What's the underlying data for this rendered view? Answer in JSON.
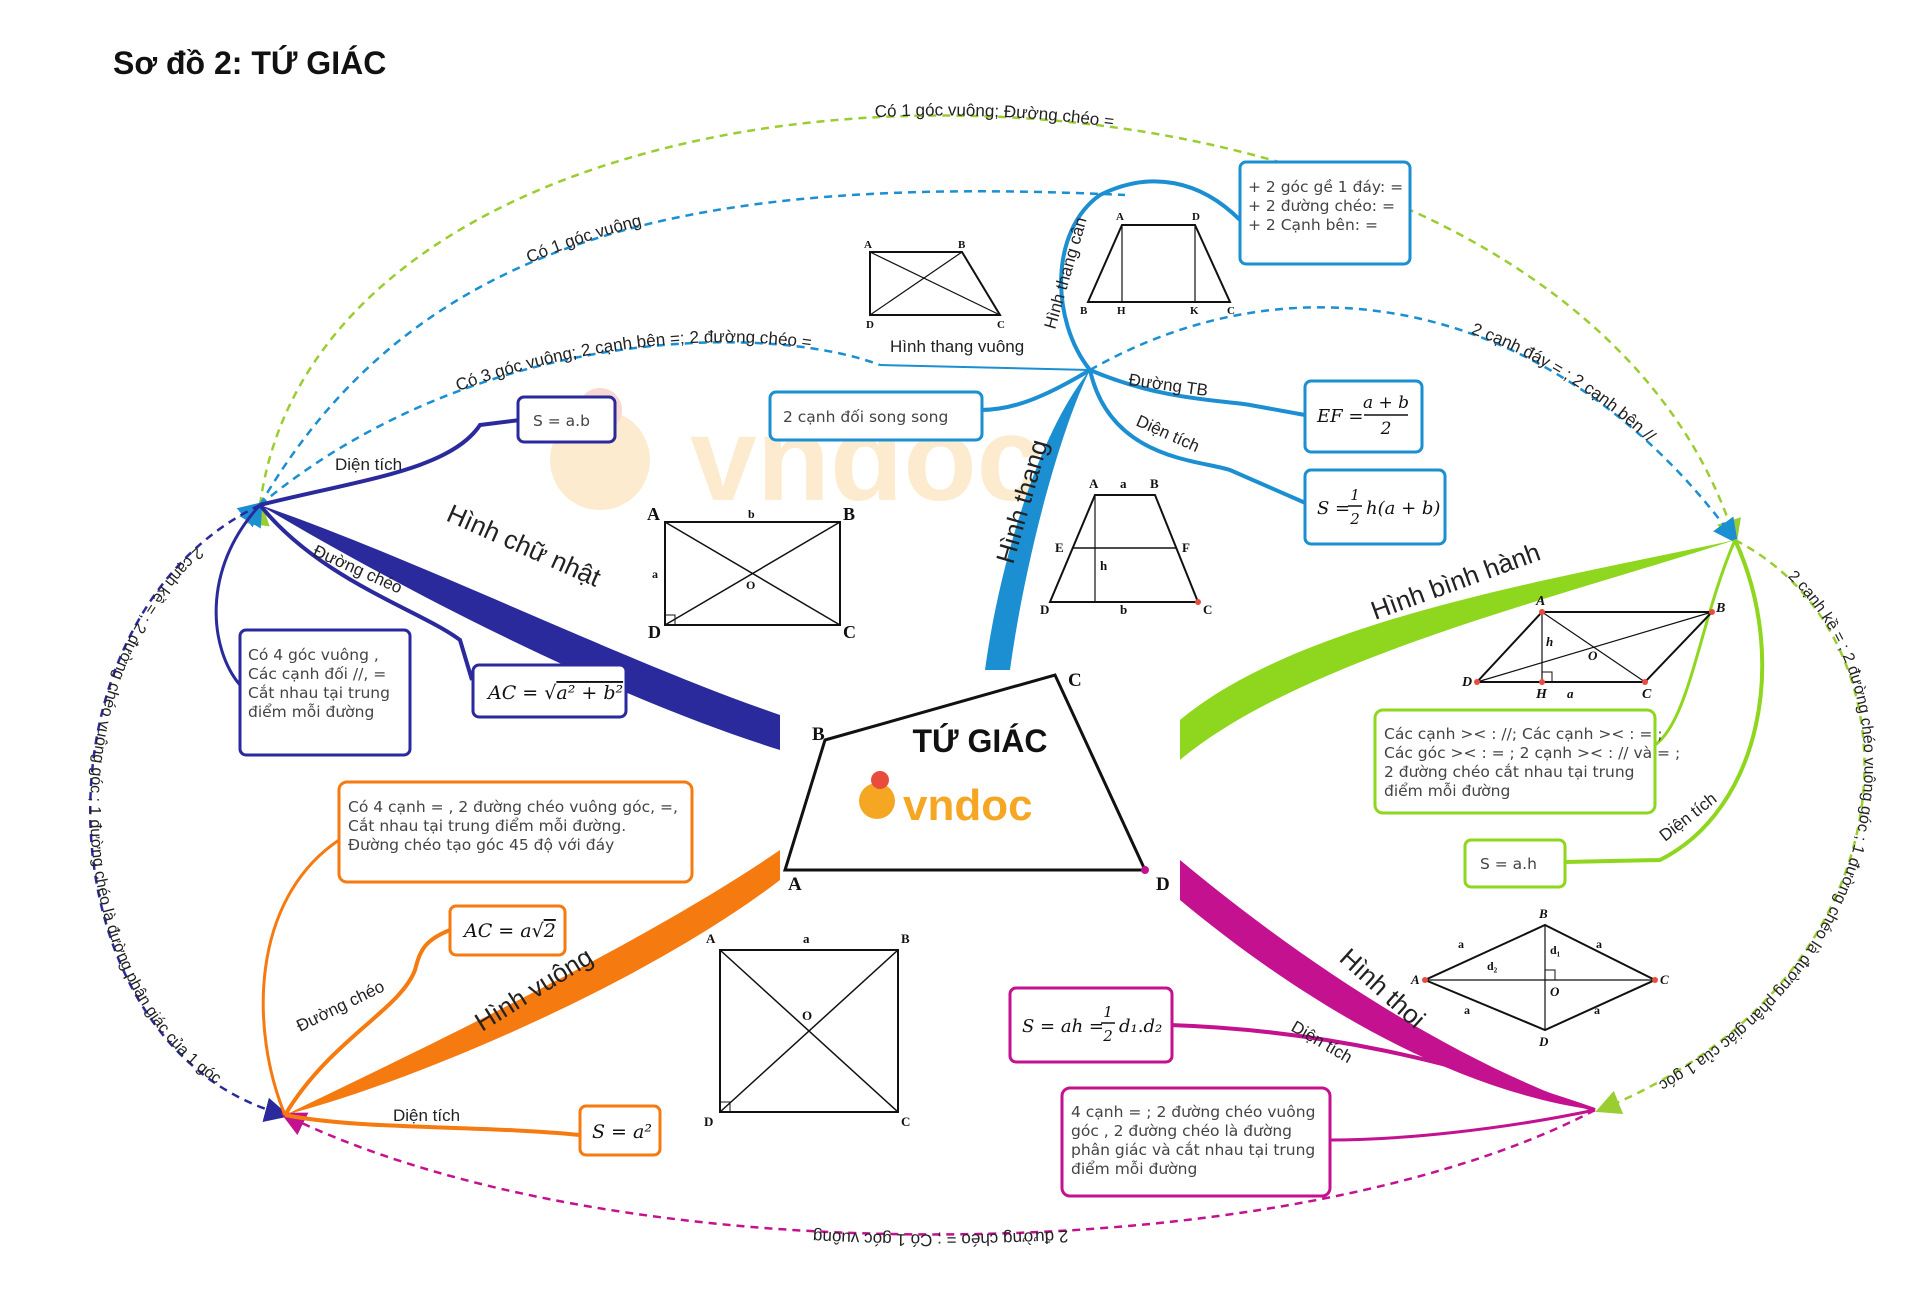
{
  "title": "Sơ đồ 2: TỨ GIÁC",
  "center": {
    "label": "TỨ GIÁC",
    "vertices": [
      "A",
      "B",
      "C",
      "D"
    ],
    "logo_text": "vndoc"
  },
  "watermark": "vndoc",
  "colors": {
    "rectangle": "#2a2a9c",
    "trapezoid": "#1b8fd1",
    "parallelogram": "#8fd61e",
    "square": "#f57a0f",
    "rhombus": "#c3118f",
    "link_yellowgreen": "#9acd32",
    "link_blue": "#1b8fd1",
    "link_navy": "#2a2a9c",
    "link_magenta": "#c3118f"
  },
  "branches": {
    "rectangle": {
      "name": "Hình chữ nhật",
      "area_label": "Diện tích",
      "area_formula": "S = a.b",
      "diagonal_label": "Đường chéo",
      "diagonal_formula": "AC = √(a² + b²)",
      "diagonal_formula_parts": {
        "lhs": "AC = ",
        "radicand": "a² + b²"
      },
      "properties": [
        "Có 4 góc vuông ,",
        "Các cạnh đối //, =",
        "Cắt nhau tại trung",
        "điểm mỗi đường"
      ],
      "figure_points": [
        "A",
        "B",
        "C",
        "D",
        "O",
        "a",
        "b"
      ]
    },
    "trapezoid": {
      "name": "Hình thang",
      "sides_text": "2 cạnh đối song song",
      "isosceles_label": "Hình thang cân",
      "isosceles_props": [
        "+ 2 góc gề 1 đáy: =",
        "+ 2 đường chéo: =",
        "+ 2 Cạnh bên: ="
      ],
      "right_label": "Hình thang vuông",
      "midline_label": "Đường TB",
      "midline_formula": "EF = (a+b)/2",
      "midline_parts": {
        "lhs": "EF = ",
        "num": "a + b",
        "den": "2"
      },
      "area_label": "Diện tích",
      "area_formula": "S = ½h(a+b)",
      "area_parts": {
        "lhs": "S = ",
        "num": "1",
        "den": "2",
        "rest": "h(a + b)"
      },
      "iso_points": [
        "A",
        "D",
        "B",
        "H",
        "K",
        "C"
      ],
      "right_points": [
        "A",
        "B",
        "D",
        "C"
      ],
      "mid_points": [
        "A",
        "a",
        "B",
        "E",
        "F",
        "h",
        "D",
        "b",
        "C"
      ]
    },
    "parallelogram": {
      "name": "Hình bình hành",
      "properties": [
        "Các cạnh >< : //; Các cạnh >< : =  ;",
        "Các góc >< : = ; 2 cạnh >< : // và = ;",
        "2 đường chéo cắt nhau tại trung",
        "điểm mỗi đường"
      ],
      "area_label": "Diện tích",
      "area_formula": "S = a.h",
      "figure_points": [
        "A",
        "B",
        "C",
        "D",
        "H",
        "O",
        "h",
        "a"
      ]
    },
    "square": {
      "name": "Hình vuông",
      "properties": [
        "Có 4 cạnh = , 2 đường chéo vuông góc, =,",
        "Cắt nhau tại trung điểm mỗi đường.",
        "Đường chéo tạo góc 45 độ với đáy"
      ],
      "diagonal_label": "Đường chéo",
      "diagonal_formula": "AC = a√2",
      "diagonal_parts": {
        "lhs": "AC = a",
        "radicand": "2"
      },
      "area_label": "Diện tích",
      "area_formula": "S = a²",
      "figure_points": [
        "A",
        "a",
        "B",
        "O",
        "D",
        "C"
      ]
    },
    "rhombus": {
      "name": "Hình thoi",
      "area_label": "Diện tích",
      "area_formula": "S = ah = ½d₁.d₂",
      "area_parts": {
        "lhs": "S = ah = ",
        "num": "1",
        "den": "2",
        "rest": "d₁.d₂"
      },
      "properties": [
        "4 cạnh = ; 2 đường chéo vuông",
        "góc , 2 đường chéo là đường",
        "phân giác và cắt nhau tại trung",
        "điểm mỗi đường"
      ],
      "figure_points": [
        "B",
        "A",
        "C",
        "D",
        "O",
        "a",
        "a",
        "a",
        "a",
        "d₁",
        "d₂"
      ]
    }
  },
  "links": {
    "rect_to_para": "Có 1 góc vuông; Đường chéo =",
    "trap_to_rect": "Có 1 góc vuông",
    "iso_to_rect": "Có 3 góc vuông; 2 cạnh bên =; 2 đường chéo =",
    "trap_to_para": "2 cạnh đáy = ; 2 cạnh bên //",
    "rect_to_square": "2 cạnh kề = ; 2 đường chéo vuông góc ; 1 đường chéo là đường phân giác của 1 góc",
    "para_to_rhombus": "2 cạnh kề = ; 2 đường chéo vuông góc ; 1 đường chéo là đường phân giác của 1 góc",
    "rhombus_to_square": "2 đường chéo = ; Có 1 góc vuông"
  }
}
